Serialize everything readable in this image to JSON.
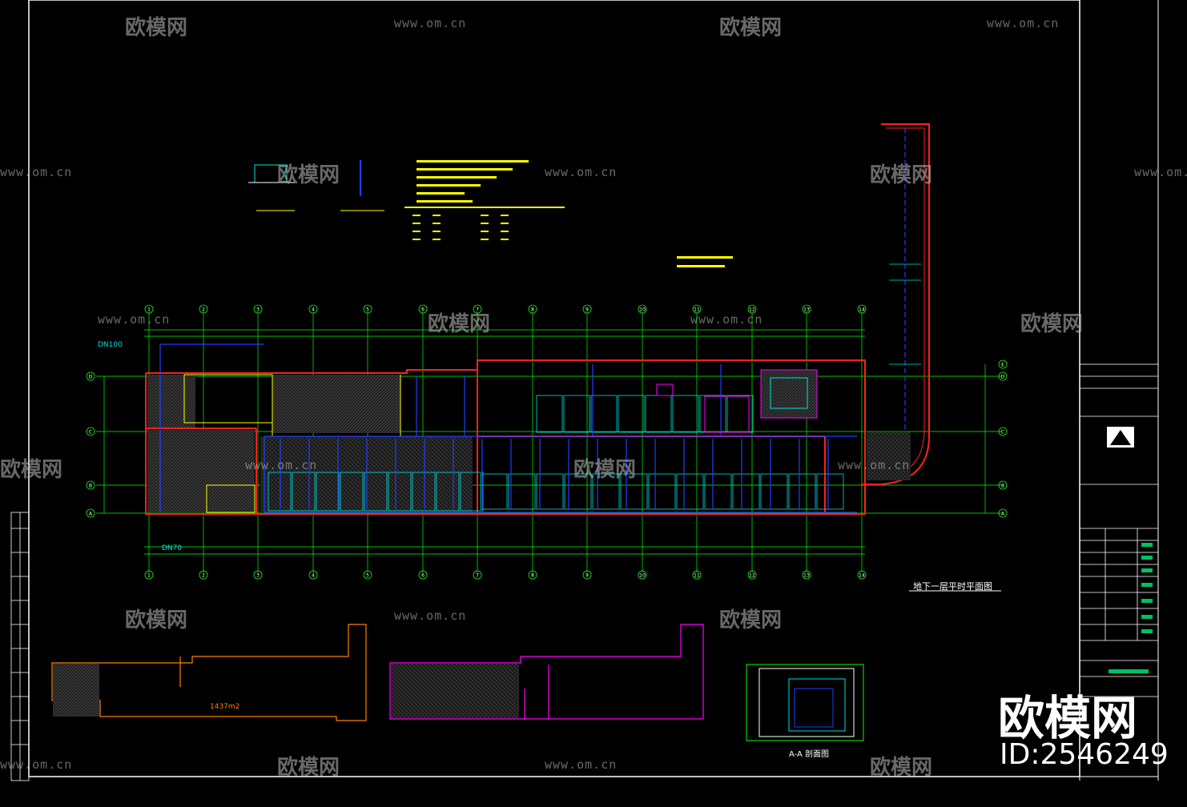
{
  "drawing": {
    "plan_title": "地下一层平时平面图",
    "section_title": "A-A 剖面图",
    "pipe_label_top": "DN100",
    "pipe_label_bottom": "DN70",
    "area_label": "1437m2",
    "grid_columns": [
      "1",
      "2",
      "3",
      "4",
      "5",
      "6",
      "7",
      "8",
      "9",
      "10",
      "11",
      "12",
      "13",
      "14"
    ],
    "grid_rows": [
      "D",
      "C",
      "B",
      "A"
    ],
    "grid_rows_right": [
      "E",
      "D",
      "C",
      "B",
      "A"
    ]
  },
  "watermarks": {
    "brand": "欧模网",
    "url": "www.om.cn"
  },
  "branding": {
    "logo_text": "欧模网",
    "id_text": "ID:2546249"
  },
  "colors": {
    "background": "#000000",
    "grid": "#00ff00",
    "wall_red": "#ff2020",
    "pipe_blue": "#2040ff",
    "cyan": "#00e0e0",
    "yellow": "#ffff00",
    "magenta": "#ff00ff",
    "orange": "#ff8000",
    "white_frame": "#ffffff"
  }
}
